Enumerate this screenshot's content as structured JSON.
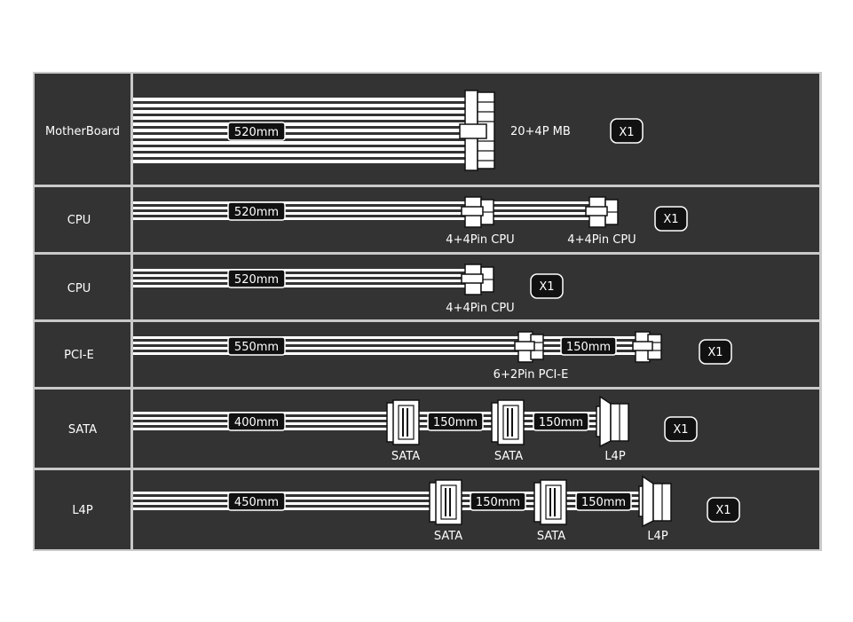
{
  "colors": {
    "panel": "#333333",
    "divider": "#c9c9c9",
    "wire": "#ffffff",
    "outline": "#111111"
  },
  "rows": [
    {
      "label": "MotherBoard",
      "length": "520mm",
      "connectors": [
        {
          "type": "mb",
          "label": "20+4P MB"
        }
      ],
      "qty": "X1"
    },
    {
      "label": "CPU",
      "length": "520mm",
      "connectors": [
        {
          "type": "cpu",
          "label": "4+4Pin CPU"
        },
        {
          "type": "cpu",
          "label": "4+4Pin CPU"
        }
      ],
      "qty": "X1"
    },
    {
      "label": "CPU",
      "length": "520mm",
      "connectors": [
        {
          "type": "cpu",
          "label": "4+4Pin CPU"
        }
      ],
      "qty": "X1"
    },
    {
      "label": "PCI-E",
      "length": "550mm",
      "connectors": [
        {
          "type": "pcie",
          "label": "6+2Pin PCI-E"
        }
      ],
      "segments": [
        "150mm"
      ],
      "qty": "X1"
    },
    {
      "label": "SATA",
      "length": "400mm",
      "connectors": [
        {
          "type": "sata",
          "label": "SATA"
        },
        {
          "type": "sata",
          "label": "SATA"
        },
        {
          "type": "l4p",
          "label": "L4P"
        }
      ],
      "segments": [
        "150mm",
        "150mm"
      ],
      "qty": "X1"
    },
    {
      "label": "L4P",
      "length": "450mm",
      "connectors": [
        {
          "type": "sata",
          "label": "SATA"
        },
        {
          "type": "sata",
          "label": "SATA"
        },
        {
          "type": "l4p",
          "label": "L4P"
        }
      ],
      "segments": [
        "150mm",
        "150mm"
      ],
      "qty": "X1"
    }
  ]
}
